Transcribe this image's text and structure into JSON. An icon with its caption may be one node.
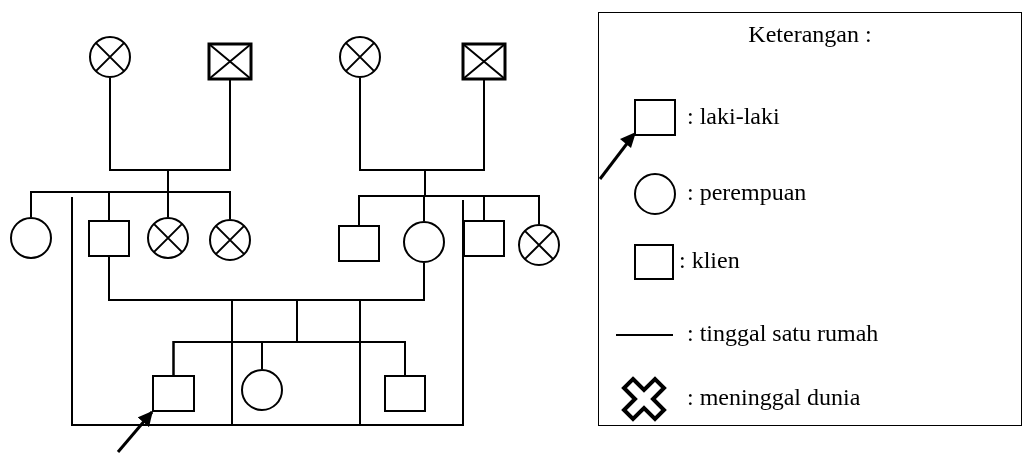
{
  "diagram": {
    "nodes": [
      {
        "text": [],
        "shape": "crossed-circle"
      },
      {
        "text": [],
        "shape": "crossed-box"
      },
      {
        "text": [],
        "shape": "crossed-circle"
      },
      {
        "text": [],
        "shape": "crossed-box"
      },
      {
        "text": [],
        "shape": "circle"
      },
      {
        "text": [],
        "shape": "box"
      },
      {
        "text": [],
        "shape": "crossed-circle"
      },
      {
        "text": [],
        "shape": "crossed-circle"
      },
      {
        "text": [],
        "shape": "box"
      },
      {
        "text": [],
        "shape": "circle"
      },
      {
        "text": [],
        "shape": "box"
      },
      {
        "text": [],
        "shape": "crossed-circle"
      },
      {
        "text": [],
        "shape": "box"
      },
      {
        "text": [],
        "shape": "circle"
      },
      {
        "text": [],
        "shape": "box"
      }
    ],
    "edges": [
      {
        "from": 0,
        "to": 4,
        "arrow": "none"
      },
      {
        "from": 0,
        "to": 5,
        "arrow": "none"
      },
      {
        "from": 0,
        "to": 6,
        "arrow": "none"
      },
      {
        "from": 0,
        "to": 7,
        "arrow": "none"
      },
      {
        "from": 1,
        "to": 4,
        "arrow": "none"
      },
      {
        "from": 1,
        "to": 5,
        "arrow": "none"
      },
      {
        "from": 1,
        "to": 6,
        "arrow": "none"
      },
      {
        "from": 1,
        "to": 7,
        "arrow": "none"
      },
      {
        "from": 2,
        "to": 8,
        "arrow": "none"
      },
      {
        "from": 2,
        "to": 9,
        "arrow": "none"
      },
      {
        "from": 2,
        "to": 10,
        "arrow": "none"
      },
      {
        "from": 2,
        "to": 11,
        "arrow": "none"
      },
      {
        "from": 3,
        "to": 8,
        "arrow": "none"
      },
      {
        "from": 3,
        "to": 9,
        "arrow": "none"
      },
      {
        "from": 3,
        "to": 10,
        "arrow": "none"
      },
      {
        "from": 3,
        "to": 11,
        "arrow": "none"
      },
      {
        "from": 5,
        "to": 12,
        "arrow": "none"
      },
      {
        "from": 5,
        "to": 13,
        "arrow": "none"
      },
      {
        "from": 5,
        "to": 14,
        "arrow": "none"
      },
      {
        "from": 9,
        "to": 12,
        "arrow": "none"
      },
      {
        "from": 9,
        "to": 13,
        "arrow": "none"
      },
      {
        "from": 9,
        "to": 14,
        "arrow": "none"
      },
      {
        "from": null,
        "to": 12,
        "arrow": "to"
      }
    ],
    "labels": [
      "Keterangan :"
    ],
    "legend": [
      {
        "text": ": laki-laki"
      },
      {
        "text": ": perempuan"
      },
      {
        "text": ": klien"
      },
      {
        "text": ": tinggal satu rumah"
      },
      {
        "text": ": meninggal dunia"
      }
    ]
  }
}
